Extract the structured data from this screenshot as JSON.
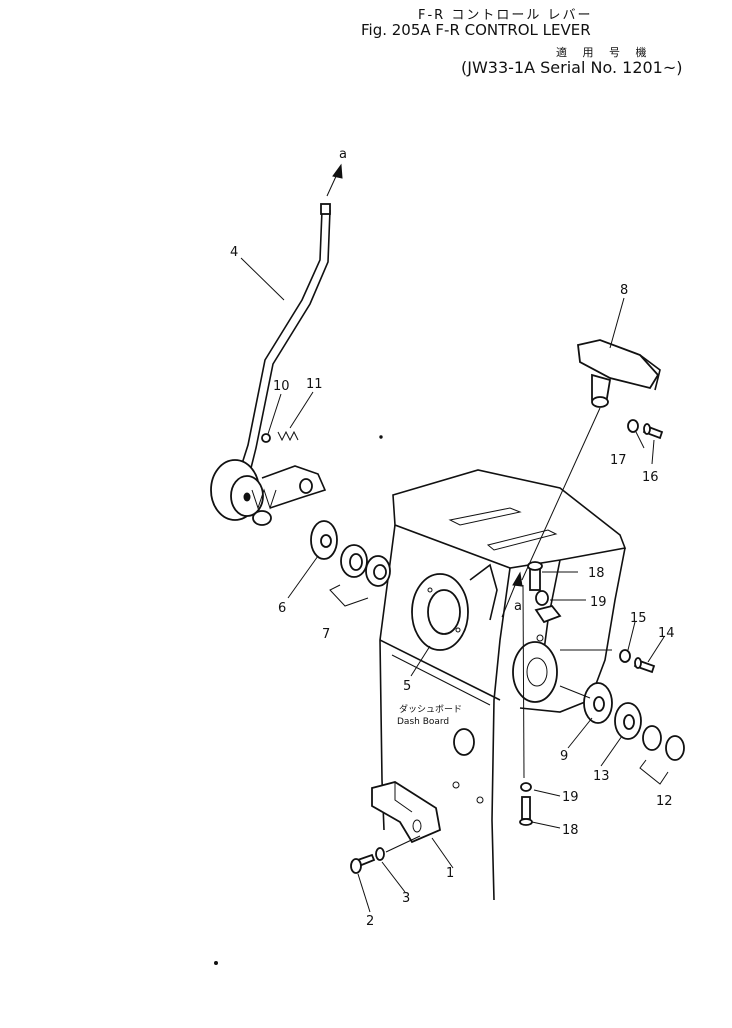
{
  "header": {
    "title_jp": "F-R コントロール レバー",
    "title": "Fig. 205A  F-R CONTROL LEVER",
    "applicable_jp": "適 用 号 機",
    "serial": "(JW33-1A  Serial No. 1201~)"
  },
  "arrow_labels": {
    "top": "a",
    "mid": "a"
  },
  "dash_board": {
    "jp": "ダッシュボード",
    "en": "Dash  Board"
  },
  "callouts": [
    {
      "id": "p1",
      "text": "1"
    },
    {
      "id": "p2",
      "text": "2"
    },
    {
      "id": "p3",
      "text": "3"
    },
    {
      "id": "p4",
      "text": "4"
    },
    {
      "id": "p5",
      "text": "5"
    },
    {
      "id": "p6",
      "text": "6"
    },
    {
      "id": "p7",
      "text": "7"
    },
    {
      "id": "p8",
      "text": "8"
    },
    {
      "id": "p9",
      "text": "9"
    },
    {
      "id": "p10",
      "text": "10"
    },
    {
      "id": "p11",
      "text": "11"
    },
    {
      "id": "p12",
      "text": "12"
    },
    {
      "id": "p13",
      "text": "13"
    },
    {
      "id": "p14",
      "text": "14"
    },
    {
      "id": "p15",
      "text": "15"
    },
    {
      "id": "p16",
      "text": "16"
    },
    {
      "id": "p17",
      "text": "17"
    },
    {
      "id": "p18a",
      "text": "18"
    },
    {
      "id": "p19a",
      "text": "19"
    },
    {
      "id": "p19b",
      "text": "19"
    },
    {
      "id": "p18b",
      "text": "18"
    }
  ]
}
